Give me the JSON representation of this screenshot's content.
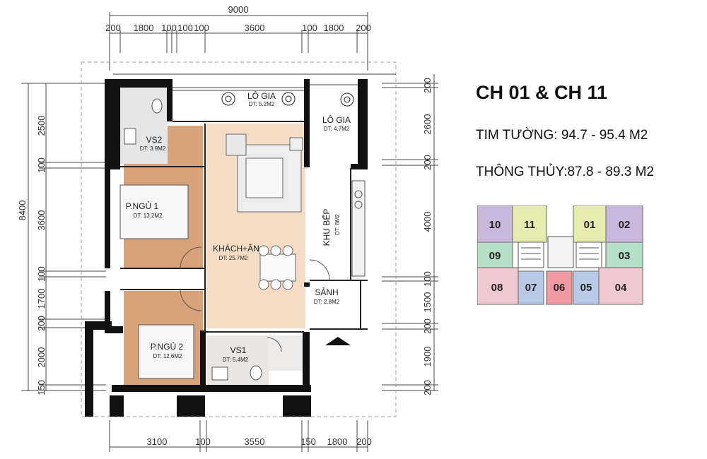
{
  "header": {
    "title": "CH 01 & CH 11",
    "wall_area": "TIM TƯỜNG: 94.7 - 95.4 M2",
    "clear_area": "THÔNG THỦY:87.8 - 89.3 M2"
  },
  "dimensions": {
    "top_total": "9000",
    "top": [
      "200",
      "1800",
      "100",
      "100",
      "100",
      "3600",
      "100",
      "1800",
      "200"
    ],
    "bottom": [
      "3100",
      "100",
      "3550",
      "150",
      "1800",
      "200"
    ],
    "left_total": "8400",
    "left": [
      "2500",
      "100",
      "3600",
      "100",
      "1700",
      "200",
      "2000",
      "150"
    ],
    "right": [
      "200",
      "2600",
      "200",
      "4000",
      "100",
      "1500",
      "200",
      "1900",
      "200"
    ]
  },
  "rooms": {
    "logia_1": {
      "name": "LÔ GIA",
      "area": "DT: 5.2M2"
    },
    "logia_2": {
      "name": "LÔ GIA",
      "area": "DT: 4.7M2"
    },
    "vs2": {
      "name": "VS2",
      "area": "DT: 3.9M2"
    },
    "bed1": {
      "name": "P.NGỦ 1",
      "area": "DT: 13.2M2"
    },
    "living": {
      "name": "KHÁCH+ĂN",
      "area": "DT: 25.7M2"
    },
    "kitchen": {
      "name": "KHU BẾP",
      "area": "DT: 8M2"
    },
    "lobby": {
      "name": "SẢNH",
      "area": "DT: 2.8M2"
    },
    "bed2": {
      "name": "P.NGỦ 2",
      "area": "DT: 12.6M2"
    },
    "vs1": {
      "name": "VS1",
      "area": "DT: 5.4M2"
    }
  },
  "key_plan": {
    "units": [
      "10",
      "11",
      "01",
      "02",
      "09",
      "03",
      "08",
      "07",
      "06",
      "05",
      "04"
    ],
    "colors": {
      "purple": "#c9b8dc",
      "yellow": "#e6ebb0",
      "green": "#b6e0c6",
      "pink": "#f0c8cf",
      "blue": "#b7c9e6",
      "red": "#ef9aa3"
    }
  }
}
